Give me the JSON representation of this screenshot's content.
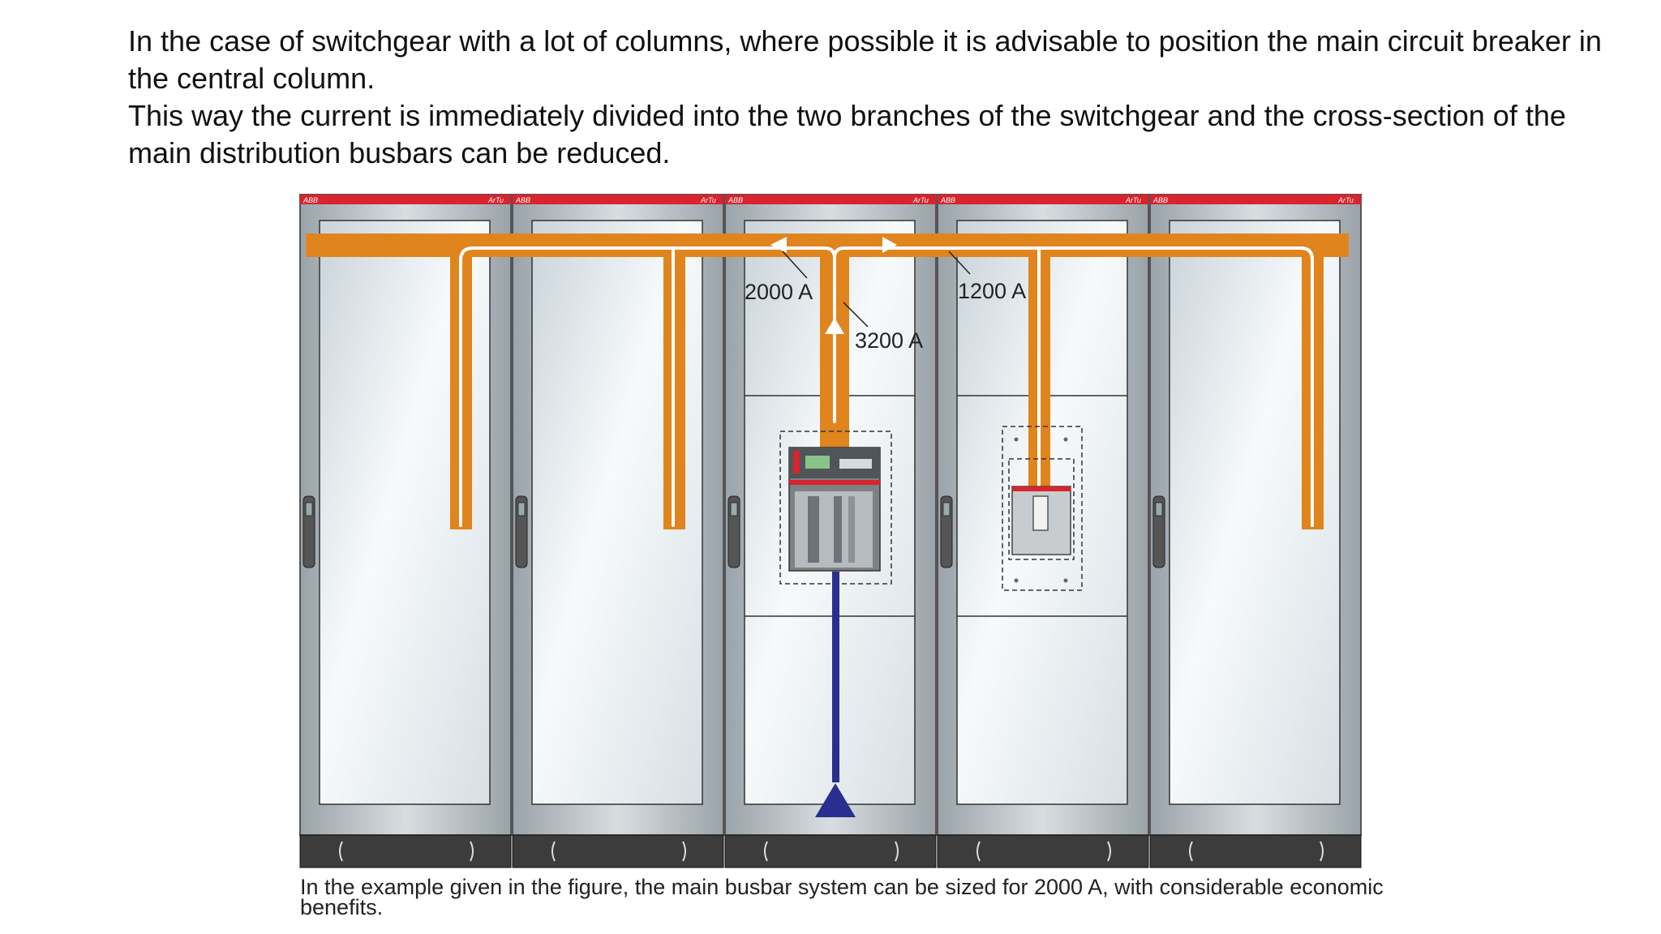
{
  "intro": {
    "line1": "In the case of switchgear with a lot of columns, where possible it is advisable to position the main circuit breaker in the central column.",
    "line2": "This way the current is immediately divided into the two branches of the switchgear and the cross-section of the main distribution busbars can be reduced."
  },
  "diagram": {
    "column_count": 5,
    "cabinet_brand": "ABB",
    "cabinet_model": "ArTu",
    "labels": {
      "left_branch": "2000 A",
      "incoming": "3200 A",
      "right_branch": "1200 A"
    },
    "colors": {
      "busbar": "#e0841e",
      "current_line": "#ffffff",
      "incoming_cable": "#2a2f8f",
      "cabinet_top": "#d8242c",
      "plinth": "#3c3c3c"
    }
  },
  "caption": "In the example given in the figure, the main busbar system can be sized for 2000 A, with considerable economic benefits."
}
